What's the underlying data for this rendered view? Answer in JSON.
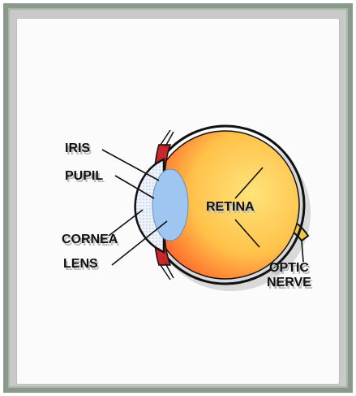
{
  "diagram": {
    "labels": {
      "iris": "IRIS",
      "pupil": "PUPIL",
      "cornea": "CORNEA",
      "lens": "LENS",
      "retina": "RETINA",
      "optic_line1": "OPTIC",
      "optic_line2": "NERVE"
    },
    "colors": {
      "frame_border": "#8a9a8a",
      "panel_bg": "#fbfbfb",
      "eye_fill_inner": "#ffd25a",
      "eye_fill_outer": "#ff6a2a",
      "iris_red": "#c8282a",
      "lens_blue": "#9ec6f0",
      "cornea_light": "#e6eef8",
      "optic_nerve": "#f2c64a",
      "outline": "#111111"
    }
  }
}
